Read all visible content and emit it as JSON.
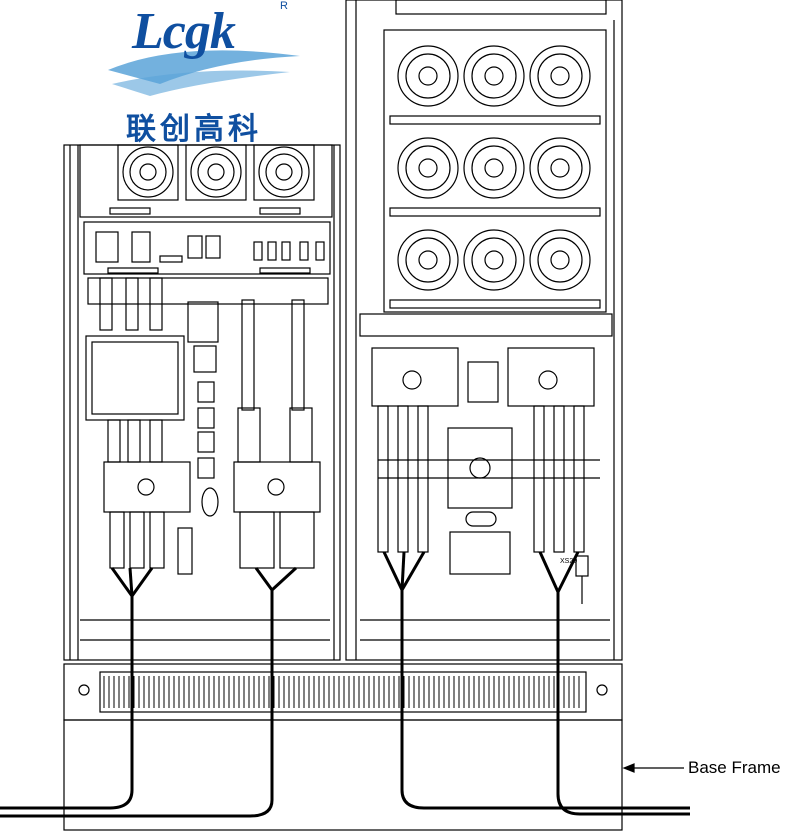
{
  "logo": {
    "wordmark": "Lcgk",
    "registered_mark": "R",
    "chinese_name": "联创高科",
    "brand_color": "#0f4fa0",
    "swoosh_color": "#5aa3d8"
  },
  "callout": {
    "label": "Base Frame"
  },
  "component_labels": {
    "connector_tag": "XS20"
  },
  "colors": {
    "line": "#000000",
    "background": "#ffffff"
  }
}
